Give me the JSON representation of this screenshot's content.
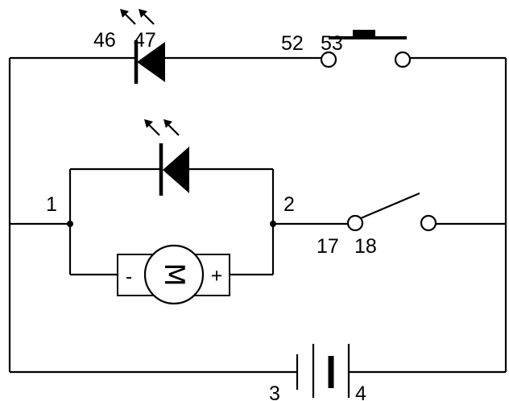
{
  "diagram": {
    "type": "circuit-schematic",
    "colors": {
      "line": "#000000",
      "background": "#ffffff"
    },
    "labels": {
      "led_top_left": "46",
      "led_top_right": "47",
      "push_left": "52",
      "push_right": "53",
      "node_left": "1",
      "node_right": "2",
      "switch_left": "17",
      "switch_right": "18",
      "battery_left": "3",
      "battery_right": "4"
    },
    "motor": {
      "letter": "M",
      "minus": "-",
      "plus": "+"
    },
    "components": [
      {
        "name": "led-top",
        "kind": "light-emitting-diode"
      },
      {
        "name": "push-button",
        "kind": "push-button-switch"
      },
      {
        "name": "led-middle",
        "kind": "light-emitting-diode"
      },
      {
        "name": "toggle-switch",
        "kind": "single-pole-switch"
      },
      {
        "name": "motor",
        "kind": "dc-motor"
      },
      {
        "name": "battery",
        "kind": "battery"
      }
    ]
  }
}
